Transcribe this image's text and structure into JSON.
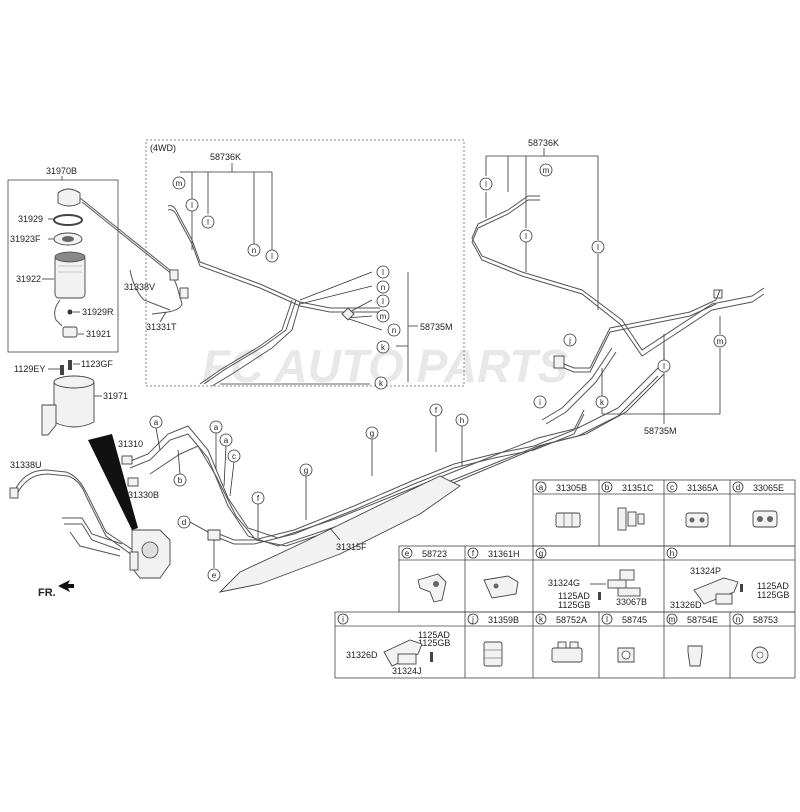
{
  "watermark": "FC AUTO PARTS",
  "front_label": "FR.",
  "region_label": "(4WD)",
  "parts": {
    "p31970B": "31970B",
    "p31929": "31929",
    "p31923F": "31923F",
    "p31922": "31922",
    "p31929R": "31929R",
    "p31921": "31921",
    "p31338V": "31338V",
    "p31331T": "31331T",
    "p1129EY": "1129EY",
    "p1123GF": "1123GF",
    "p31971": "31971",
    "p31338U": "31338U",
    "p31310": "31310",
    "p31330B": "31330B",
    "p31315F": "31315F",
    "p58736K_a": "58736K",
    "p58736K_b": "58736K",
    "p58735M_a": "58735M",
    "p58735M_b": "58735M"
  },
  "callouts": {
    "l": "l",
    "m": "m",
    "n": "n",
    "k": "k",
    "i": "i",
    "j": "j",
    "a": "a",
    "b": "b",
    "c": "c",
    "d": "d",
    "e": "e",
    "f": "f",
    "g": "g",
    "h": "h"
  },
  "table": {
    "row1": [
      {
        "letter": "a",
        "part": "31305B"
      },
      {
        "letter": "b",
        "part": "31351C"
      },
      {
        "letter": "c",
        "part": "31365A"
      },
      {
        "letter": "d",
        "part": "33065E"
      }
    ],
    "row2": [
      {
        "letter": "e",
        "part": "58723"
      },
      {
        "letter": "f",
        "part": "31361H"
      },
      {
        "letter": "g",
        "part": ""
      },
      {
        "letter": "h",
        "part": ""
      }
    ],
    "g_parts": [
      "31324G",
      "1125AD",
      "1125GB",
      "33067B"
    ],
    "h_parts": [
      "31324P",
      "1125AD",
      "1125GB",
      "31326D"
    ],
    "row3": [
      {
        "letter": "i",
        "part": ""
      },
      {
        "letter": "j",
        "part": "31359B"
      },
      {
        "letter": "k",
        "part": "58752A"
      },
      {
        "letter": "l",
        "part": "58745"
      },
      {
        "letter": "m",
        "part": "58754E"
      },
      {
        "letter": "n",
        "part": "58753"
      }
    ],
    "i_parts": [
      "1125AD",
      "1125GB",
      "31326D",
      "31324J"
    ]
  }
}
